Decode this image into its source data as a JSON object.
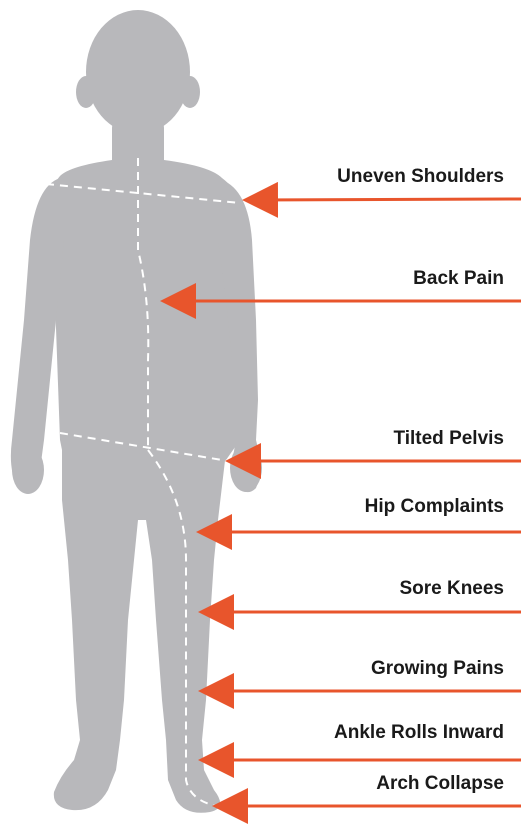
{
  "colors": {
    "silhouette": "#b8b8bb",
    "arrow": "#e8552c",
    "guide_line": "#ffffff",
    "text": "#1a1a1a"
  },
  "labels": [
    {
      "id": "uneven-shoulders",
      "text": "Uneven Shoulders"
    },
    {
      "id": "back-pain",
      "text": "Back Pain"
    },
    {
      "id": "tilted-pelvis",
      "text": "Tilted Pelvis"
    },
    {
      "id": "hip-complaints",
      "text": "Hip Complaints"
    },
    {
      "id": "sore-knees",
      "text": "Sore Knees"
    },
    {
      "id": "growing-pains",
      "text": "Growing Pains"
    },
    {
      "id": "ankle-rolls-inward",
      "text": "Ankle Rolls Inward"
    },
    {
      "id": "arch-collapse",
      "text": "Arch Collapse"
    }
  ]
}
